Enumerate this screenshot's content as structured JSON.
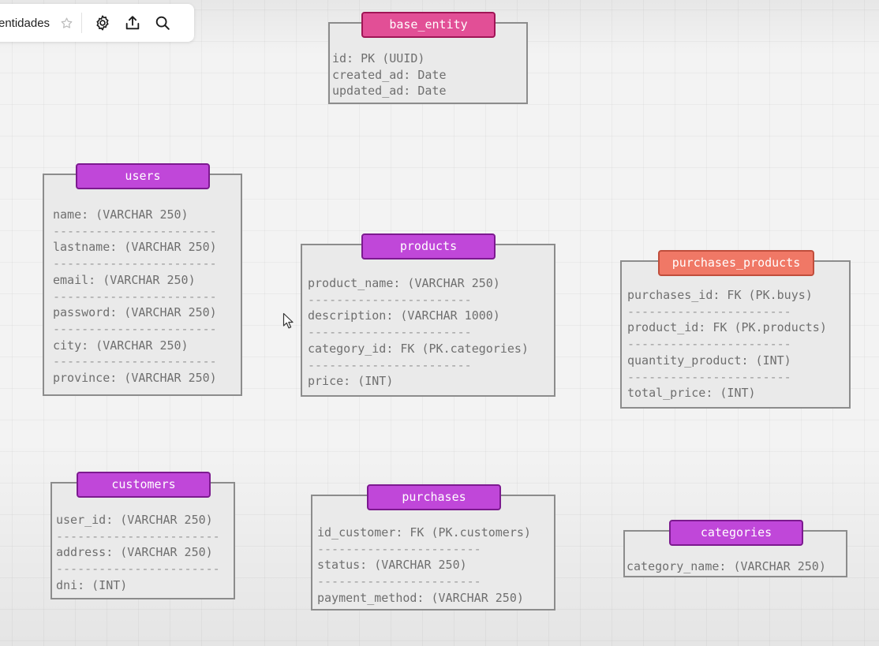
{
  "toolbar": {
    "title": "entidades",
    "icons": [
      "star-icon",
      "gear-icon",
      "share-icon",
      "search-icon"
    ]
  },
  "colors": {
    "header_purple": "#c047d9",
    "header_pink": "#e24f96",
    "header_orange": "#f07866",
    "box_fill": "#eaeaea",
    "box_border": "#8c8c8c",
    "field_text": "#6f6f6f"
  },
  "separator": "-----------------------",
  "tables": {
    "base_entity": {
      "name": "base_entity",
      "fields": [
        "id: PK (UUID)",
        "created_ad: Date",
        "updated_ad: Date"
      ]
    },
    "users": {
      "name": "users",
      "fields": [
        "name: (VARCHAR 250)",
        "lastname: (VARCHAR 250)",
        "email: (VARCHAR 250)",
        "password: (VARCHAR 250)",
        "city: (VARCHAR 250)",
        "province: (VARCHAR 250)"
      ]
    },
    "products": {
      "name": "products",
      "fields": [
        "product_name: (VARCHAR 250)",
        "description: (VARCHAR 1000)",
        "category_id: FK (PK.categories)",
        "price: (INT)"
      ]
    },
    "purchases_products": {
      "name": "purchases_products",
      "fields": [
        "purchases_id: FK (PK.buys)",
        "product_id: FK (PK.products)",
        "quantity_product: (INT)",
        "total_price: (INT)"
      ]
    },
    "customers": {
      "name": "customers",
      "fields": [
        "user_id: (VARCHAR 250)",
        "address: (VARCHAR 250)",
        "dni: (INT)"
      ]
    },
    "purchases": {
      "name": "purchases",
      "fields": [
        "id_customer: FK (PK.customers)",
        "status: (VARCHAR 250)",
        "payment_method: (VARCHAR 250)"
      ]
    },
    "categories": {
      "name": "categories",
      "fields": [
        "category_name: (VARCHAR 250)"
      ]
    }
  }
}
